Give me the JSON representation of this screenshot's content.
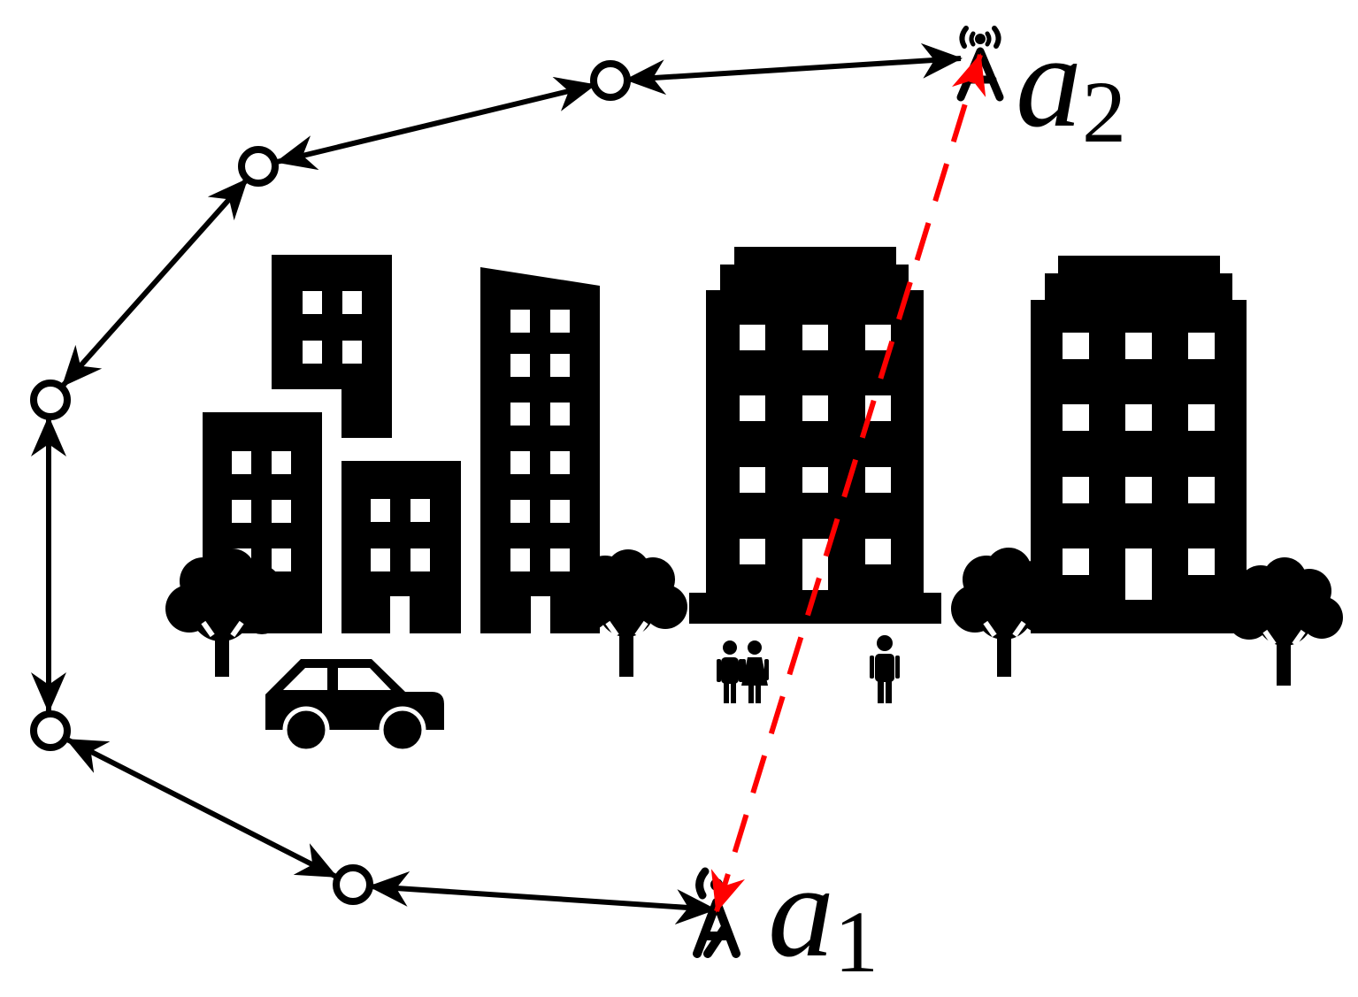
{
  "labels": {
    "a1": {
      "main": "a",
      "sub": "1"
    },
    "a2": {
      "main": "a",
      "sub": "2"
    }
  },
  "colors": {
    "ink": "#000000",
    "paper": "#ffffff",
    "direct_link": "#ff0000"
  },
  "icons": [
    "building-icon",
    "tree-icon",
    "car-icon",
    "person-icon",
    "antenna-tower-icon",
    "relay-node-icon"
  ]
}
